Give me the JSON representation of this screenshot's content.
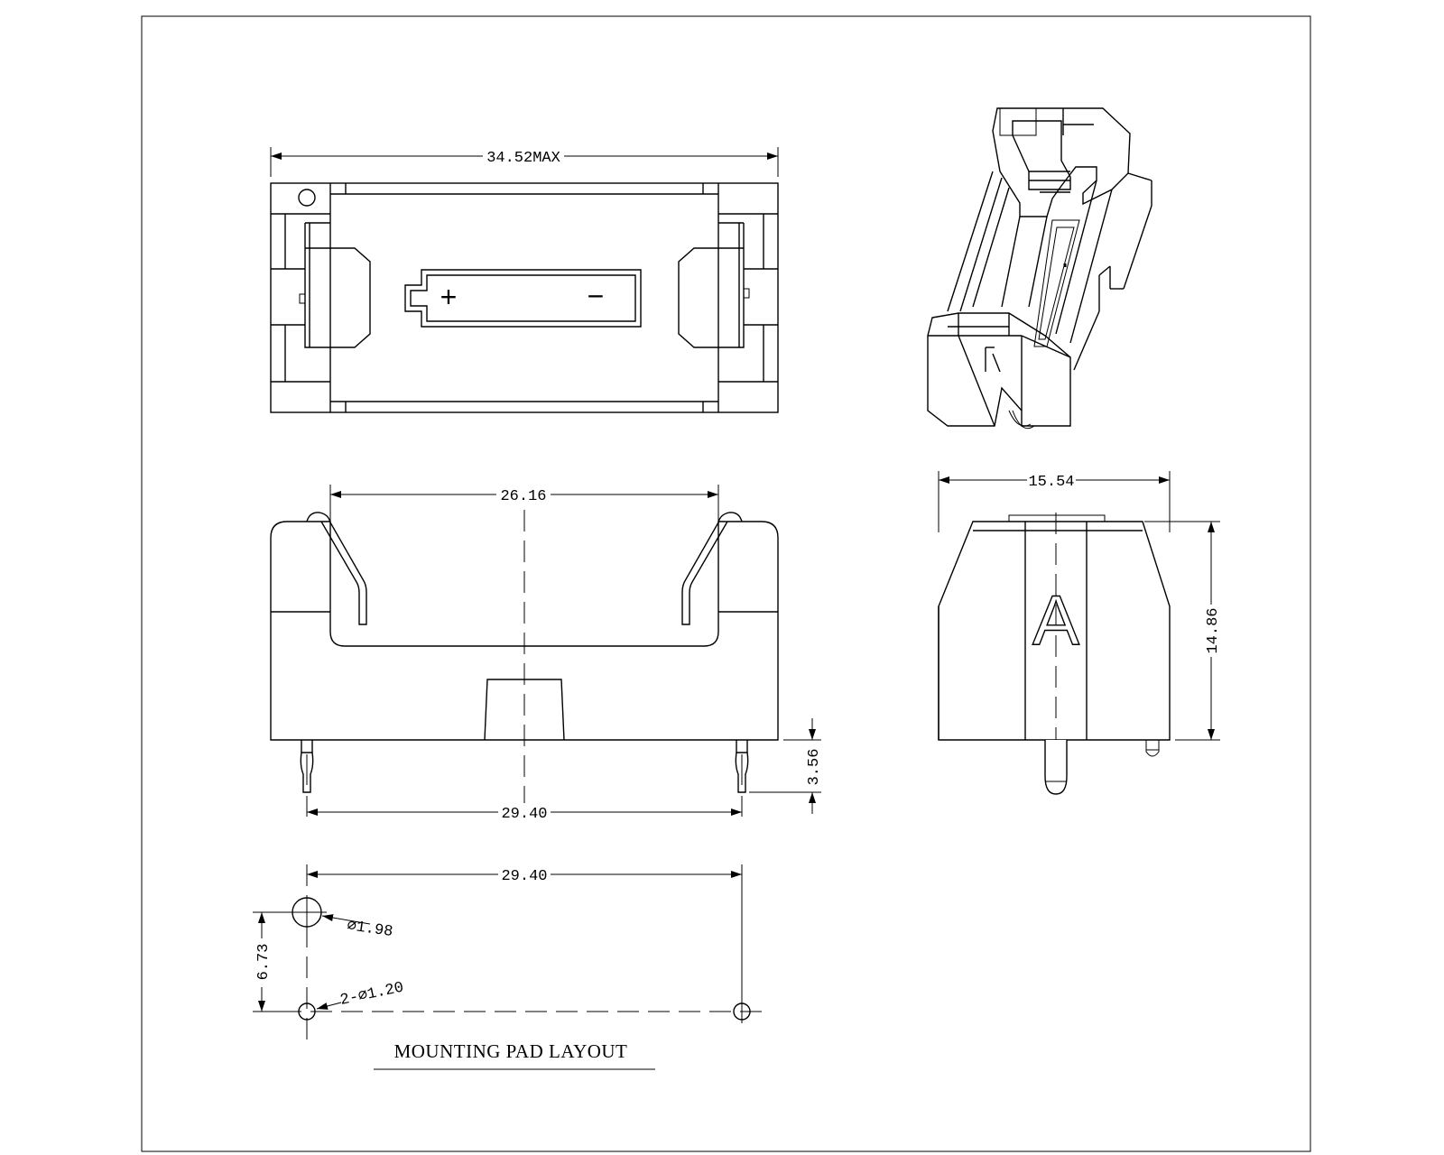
{
  "dimensions": {
    "overall_length": "34.52MAX",
    "contact_span": "26.16",
    "pin_pitch": "29.40",
    "pin_length": "3.56",
    "body_width": "15.54",
    "body_height": "14.86",
    "pad_pitch": "29.40",
    "pad_row_offset": "6.73",
    "hole_large": "⌀1.98",
    "hole_small": "2-⌀1.20"
  },
  "markings": {
    "polarity_plus": "+",
    "polarity_minus": "−",
    "variant_letter": "A"
  },
  "labels": {
    "mounting_pad_layout": "MOUNTING PAD LAYOUT"
  }
}
